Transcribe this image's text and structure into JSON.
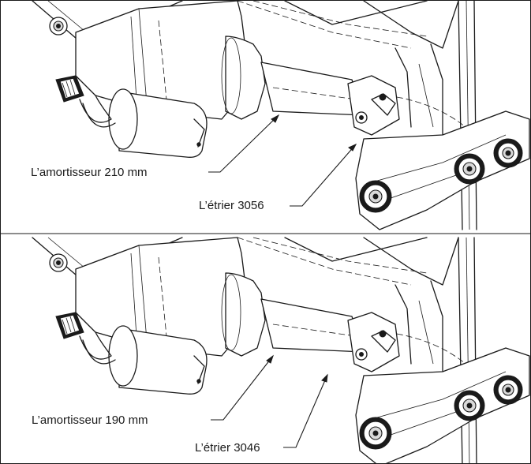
{
  "panels": [
    {
      "shock_label": "L’amortisseur 210 mm",
      "yoke_label": "L’étrier 3056"
    },
    {
      "shock_label": "L’amortisseur 190 mm",
      "yoke_label": "L’étrier 3046"
    }
  ],
  "colors": {
    "line": "#1a1a1a",
    "shade": "#d9d9d9",
    "background": "#ffffff"
  }
}
